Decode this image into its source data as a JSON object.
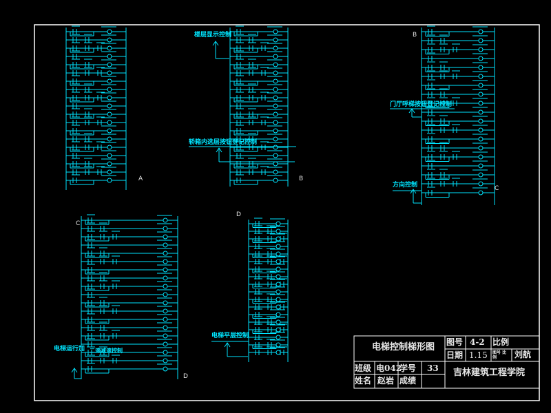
{
  "colors": {
    "background": "#000000",
    "frame": "#ffffff",
    "wire": "#00e5ff",
    "ladder_text": "#00e5ff",
    "title_block_text": "#e6e6e6",
    "section_label": "#e6e6e6"
  },
  "annotations": {
    "floor_display": "楼层显示控制",
    "car_internal_register": "轿箱内选层按钮登记控制",
    "hall_call_register": "门厅呼梯按钮登记控制",
    "direction": "方向控制",
    "run_speed": "电梯运行加",
    "second_speed": "二速减速控制",
    "leveling": "电梯平层控制"
  },
  "section_labels": {
    "a": "A",
    "b_top": "B",
    "b_bottom": "B",
    "c_right": "C",
    "c_left": "C",
    "d_top": "D",
    "d_bottom": "D"
  },
  "title_block": {
    "drawing_title": "电梯控制梯形图",
    "fig_no_label": "图号",
    "fig_no_value": "4-2",
    "scale_label": "比例",
    "date_label": "日期",
    "date_value": "1.15",
    "scale_sub": "图号 比例",
    "designer": "刘航",
    "class_label": "班级",
    "class_value": "电042",
    "student_no_label": "学号",
    "student_no_value": "33",
    "name_label": "姓名",
    "name_value": "赵岩",
    "grade_label": "成绩",
    "school": "吉林建筑工程学院"
  }
}
